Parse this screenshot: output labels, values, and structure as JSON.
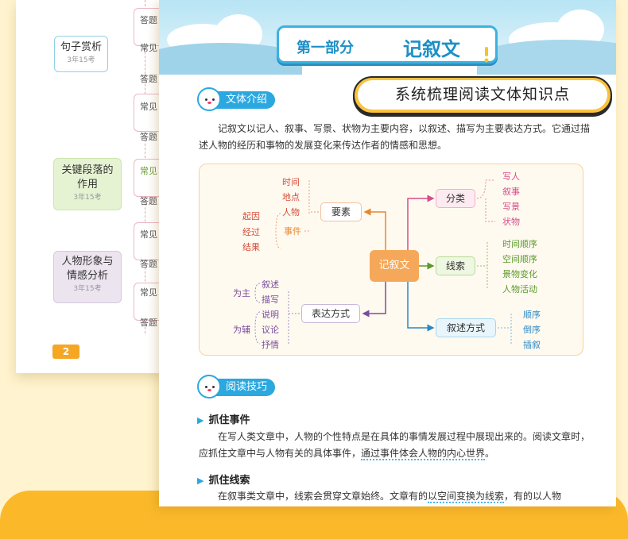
{
  "back_page": {
    "node_sentence": {
      "title": "句子赏析",
      "sub": "3年15考"
    },
    "node_paragraph": {
      "title_1": "关键段落的",
      "title_2": "作用",
      "sub": "3年15考"
    },
    "node_character": {
      "title_1": "人物形象与",
      "title_2": "情感分析",
      "sub": "3年15考"
    },
    "side_labels": [
      "答题",
      "常见",
      "答题",
      "常见",
      "答题",
      "常见",
      "答题",
      "常见",
      "答题",
      "常见",
      "答题"
    ],
    "page_number": "2"
  },
  "front_page": {
    "banner": {
      "part": "第一部分",
      "title": "记叙文"
    },
    "callout": "系统梳理阅读文体知识点",
    "section_intro": "文体介绍",
    "intro_text": "记叙文以记人、叙事、写景、状物为主要内容，以叙述、描写为主要表达方式。它通过描述人物的经历和事物的发展变化来传达作者的情感和思想。",
    "mindmap": {
      "center": "记叙文",
      "yaosu": {
        "label": "要素",
        "items": [
          "时间",
          "地点",
          "人物"
        ],
        "event": "事件",
        "event_parts": [
          "起因",
          "经过",
          "结果"
        ]
      },
      "fenlei": {
        "label": "分类",
        "items": [
          "写人",
          "叙事",
          "写景",
          "状物"
        ]
      },
      "xiansuo": {
        "label": "线索",
        "items": [
          "时间顺序",
          "空间顺序",
          "景物变化",
          "人物活动"
        ]
      },
      "biaoda": {
        "label": "表达方式",
        "main_label": "为主",
        "main_items": [
          "叙述",
          "描写"
        ],
        "aux_label": "为辅",
        "aux_items": [
          "说明",
          "议论",
          "抒情"
        ]
      },
      "xushu": {
        "label": "叙述方式",
        "items": [
          "顺序",
          "倒序",
          "插叙"
        ]
      }
    },
    "section_skills": "阅读技巧",
    "tip1": {
      "title": "抓住事件",
      "text_a": "在写人类文章中，人物的个性特点是在具体的事情发展过程中展现出来的。阅读文章时，应抓住文章中与人物有关的具体事件，",
      "text_b": "通过事件体会人物的内心世界",
      "text_c": "。"
    },
    "tip2": {
      "title": "抓住线索",
      "text_a": "在叙事类文章中，线索会贯穿文章始终。文章有的",
      "text_b": "以空间变换为线索",
      "text_c": "，有的以人物"
    }
  }
}
